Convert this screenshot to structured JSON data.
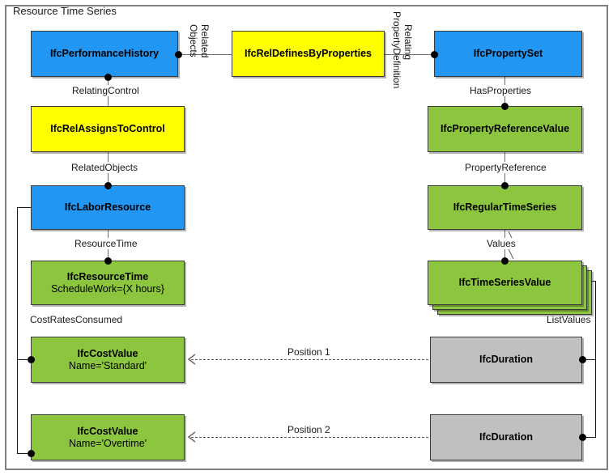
{
  "diagram": {
    "title": "Resource Time Series",
    "colors": {
      "blue": "#2196f3",
      "yellow": "#ffff00",
      "green": "#8cc63e",
      "gray": "#c0c0c0",
      "border": "#3a3a3a",
      "frame": "#808080",
      "connector": "#6d6d6d",
      "dashed": "#555555"
    },
    "nodes": {
      "performance_history": {
        "name": "IfcPerformanceHistory",
        "color": "blue"
      },
      "rel_defines_by_properties": {
        "name": "IfcRelDefinesByProperties",
        "color": "yellow"
      },
      "property_set": {
        "name": "IfcPropertySet",
        "color": "blue"
      },
      "rel_assigns_to_control": {
        "name": "IfcRelAssignsToControl",
        "color": "yellow"
      },
      "property_reference_value": {
        "name": "IfcPropertyReferenceValue",
        "color": "green"
      },
      "labor_resource": {
        "name": "IfcLaborResource",
        "color": "blue"
      },
      "regular_time_series": {
        "name": "IfcRegularTimeSeries",
        "color": "green"
      },
      "resource_time": {
        "name": "IfcResourceTime",
        "attribute": "ScheduleWork={X hours}",
        "color": "green"
      },
      "time_series_value": {
        "name": "IfcTimeSeriesValue",
        "color": "green"
      },
      "cost_value_standard": {
        "name": "IfcCostValue",
        "attribute": "Name='Standard'",
        "color": "green"
      },
      "duration_1": {
        "name": "IfcDuration",
        "color": "gray"
      },
      "cost_value_overtime": {
        "name": "IfcCostValue",
        "attribute": "Name='Overtime'",
        "color": "green"
      },
      "duration_2": {
        "name": "IfcDuration",
        "color": "gray"
      }
    },
    "edge_labels": {
      "related_objects_vertical_1": "Related",
      "related_objects_vertical_2": "Objects",
      "relating_property_definition_1": "Relating",
      "relating_property_definition_2": "PropertyDefinition",
      "relating_control": "RelatingControl",
      "has_properties": "HasProperties",
      "related_objects": "RelatedObjects",
      "property_reference": "PropertyReference",
      "resource_time": "ResourceTime",
      "values": "Values",
      "cost_rates_consumed": "CostRatesConsumed",
      "list_values": "ListValues",
      "position_1": "Position 1",
      "position_2": "Position 2"
    }
  }
}
